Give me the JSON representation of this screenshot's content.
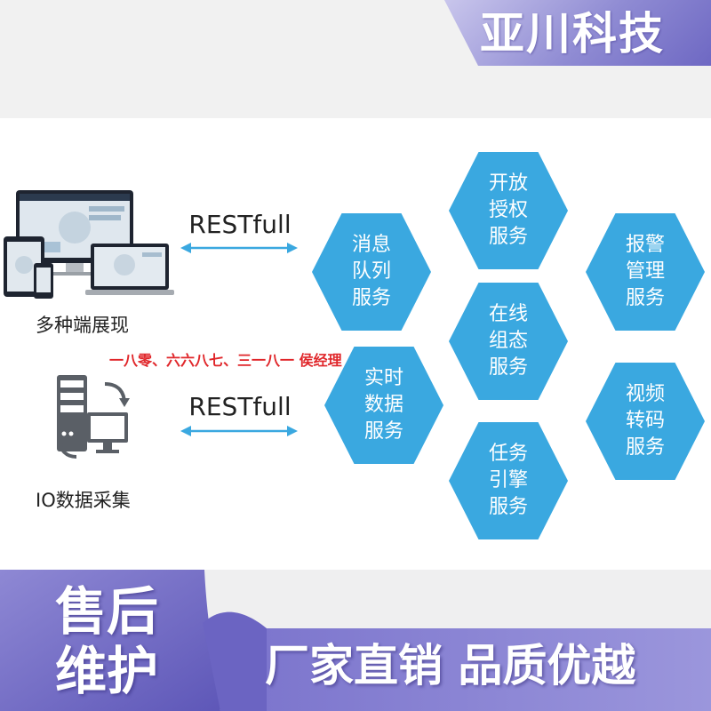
{
  "brand": {
    "name": "亚川科技"
  },
  "left_column": {
    "top_caption": "多种端展现",
    "bottom_caption": "IO数据采集",
    "arrow_label_top": "RESTfull",
    "arrow_label_bottom": "RESTfull"
  },
  "services": [
    {
      "label": "开放\n授权\n服务"
    },
    {
      "label": "消息\n队列\n服务"
    },
    {
      "label": "报警\n管理\n服务"
    },
    {
      "label": "在线\n组态\n服务"
    },
    {
      "label": "实时\n数据\n服务"
    },
    {
      "label": "视频\n转码\n服务"
    },
    {
      "label": "任务\n引擎\n服务"
    }
  ],
  "contact_overlay": "一八零、六六八七、三一八一 侯经理",
  "bottom_banner": {
    "after_sales_line1": "售后",
    "after_sales_line2": "维护",
    "slogan": "厂家直销 品质优越"
  },
  "colors": {
    "hex_fill": "#3aa8e0",
    "arrow": "#3aa8e0",
    "contact_text": "#e0262a",
    "banner_purple": "#6e68c3"
  }
}
